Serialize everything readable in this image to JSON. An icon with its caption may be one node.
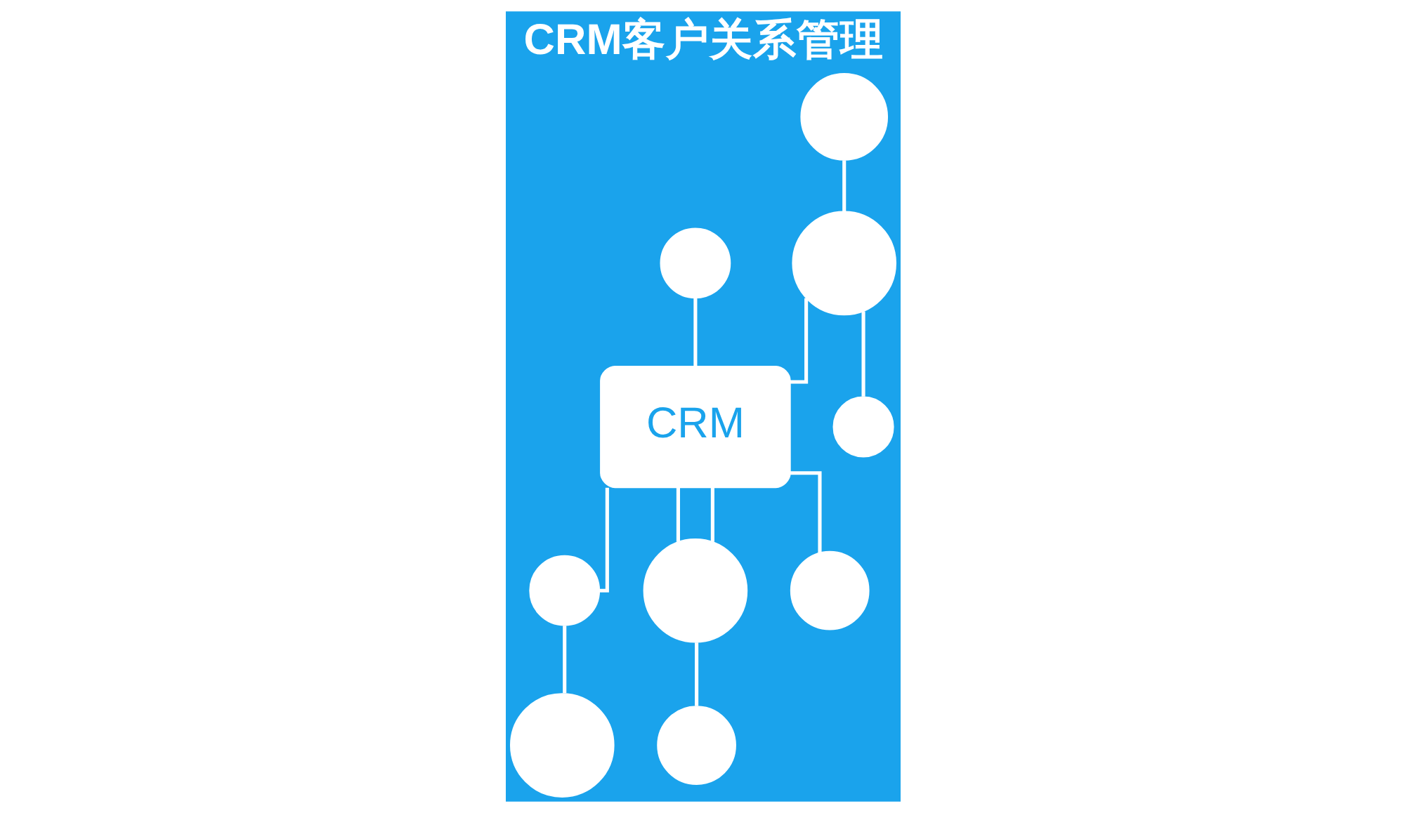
{
  "diagram": {
    "title": "CRM客户关系管理",
    "nodes": [
      {
        "text": [
          "CRM"
        ]
      },
      {
        "text": [],
        "shape": "person"
      },
      {
        "text": [],
        "shape": "person"
      },
      {
        "text": [],
        "shape": "person"
      },
      {
        "text": [],
        "shape": "person"
      },
      {
        "text": [],
        "shape": "person"
      },
      {
        "text": [],
        "shape": "person"
      },
      {
        "text": [],
        "shape": "person"
      },
      {
        "text": [],
        "shape": "person"
      },
      {
        "text": [],
        "shape": "person"
      }
    ],
    "edges": [
      {
        "from": 1,
        "to": 0,
        "arrow": "none"
      },
      {
        "from": 0,
        "to": 2,
        "arrow": "none"
      },
      {
        "from": 2,
        "to": 4,
        "arrow": "none"
      },
      {
        "from": 3,
        "to": 5,
        "arrow": "none"
      },
      {
        "from": 5,
        "to": 0,
        "arrow": "none"
      },
      {
        "from": 0,
        "to": 8,
        "arrow": "none"
      },
      {
        "from": 0,
        "to": 6,
        "arrow": "none"
      },
      {
        "from": 0,
        "to": 6,
        "arrow": "none"
      },
      {
        "from": 5,
        "to": 7,
        "arrow": "none"
      },
      {
        "from": 6,
        "to": 9,
        "arrow": "none"
      }
    ]
  }
}
